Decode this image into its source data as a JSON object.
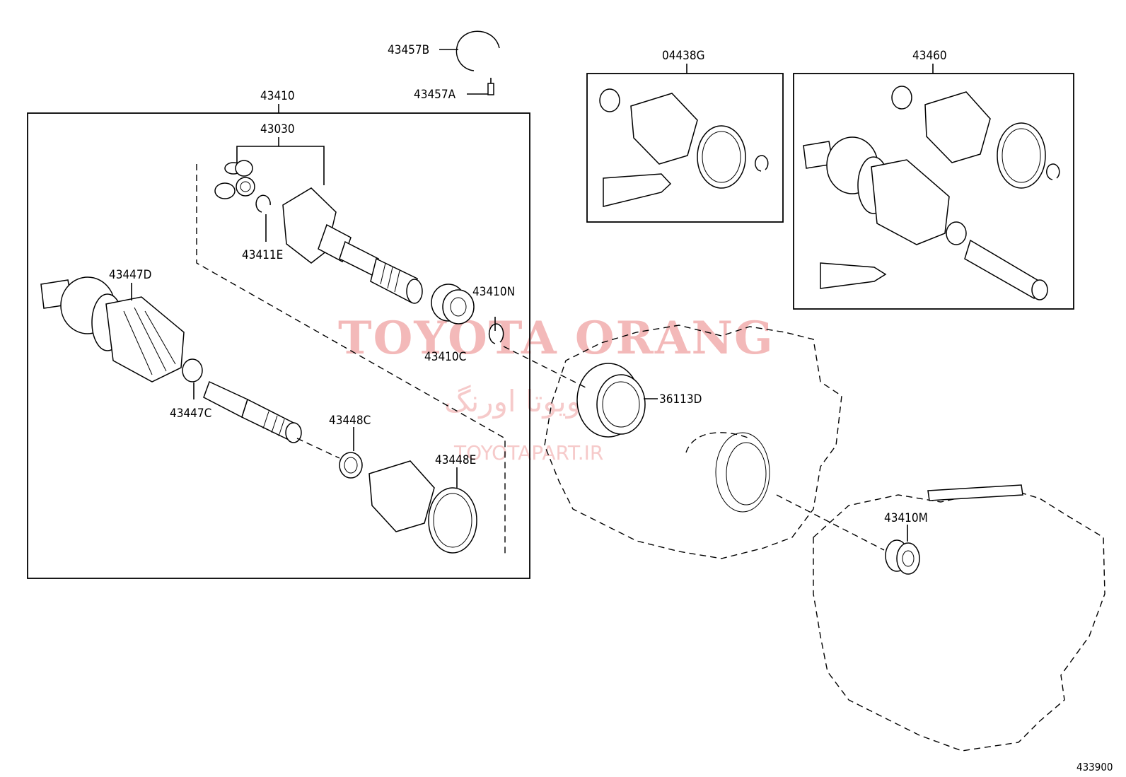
{
  "labels": {
    "p43457B": "43457B",
    "p43457A": "43457A",
    "p43410": "43410",
    "p43030": "43030",
    "p43411E": "43411E",
    "p43447D": "43447D",
    "p43410N": "43410N",
    "p43410C": "43410C",
    "p43447C": "43447C",
    "p43448C": "43448C",
    "p43448E": "43448E",
    "p36113D": "36113D",
    "p04438G": "04438G",
    "p43460": "43460",
    "p43410M": "43410M",
    "figure_code": "433900"
  },
  "watermark": {
    "brand": "TOYOTA ORANG",
    "persian": "تویوتا اورنگ",
    "site": "TOYOTAPART.IR"
  },
  "colors": {
    "line": "#000000",
    "watermark": "#f3b9b9"
  }
}
